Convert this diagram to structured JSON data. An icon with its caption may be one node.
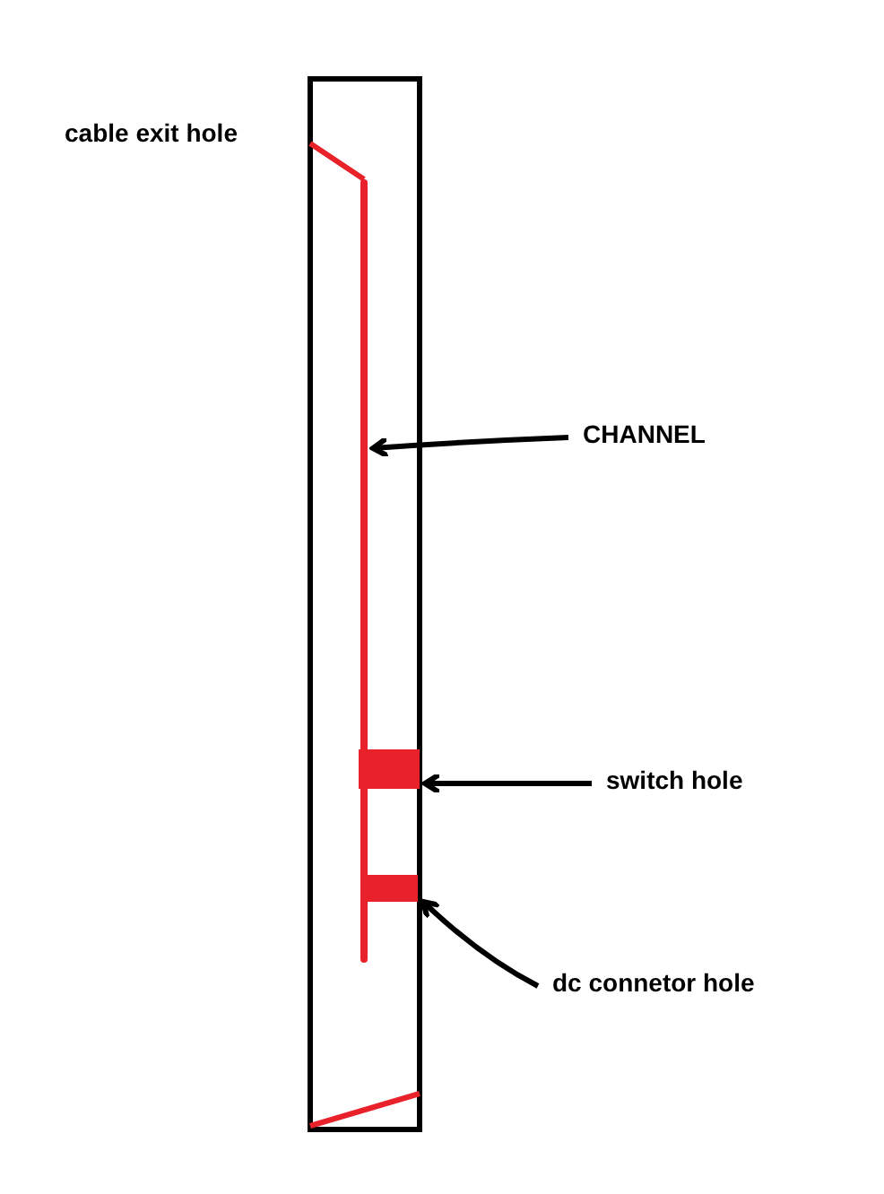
{
  "diagram": {
    "nodes": [
      {
        "text": [
          "CHANNEL"
        ]
      },
      {
        "text": [],
        "shape": "bar"
      },
      {
        "text": [
          "switch hole"
        ]
      },
      {
        "text": [],
        "shape": "box"
      },
      {
        "text": [
          "dc connetor hole"
        ]
      },
      {
        "text": [],
        "shape": "box"
      }
    ],
    "edges": [
      {
        "from": 0,
        "to": 1,
        "arrow": "to"
      },
      {
        "from": 2,
        "to": 3,
        "arrow": "to"
      },
      {
        "from": 4,
        "to": 5,
        "arrow": "to"
      }
    ],
    "labels": [
      "cable exit hole"
    ]
  }
}
